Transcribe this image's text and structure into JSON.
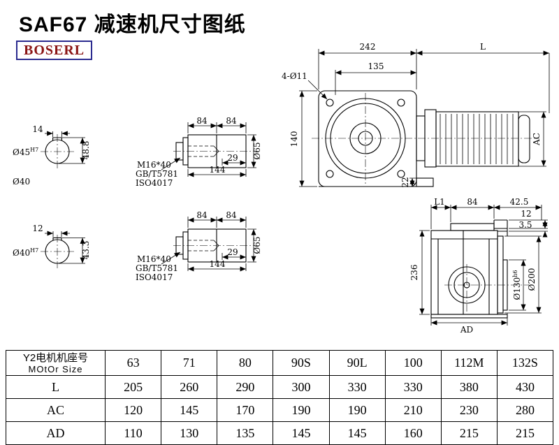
{
  "page": {
    "title": "SAF67 减速机尺寸图纸",
    "brand": "BOSERL"
  },
  "drawing": {
    "front": {
      "dim_242": "242",
      "dim_L": "L",
      "dim_135": "135",
      "label_holes": "4-Ø11",
      "dim_140": "140",
      "dim_22": "22",
      "dim_AC": "AC"
    },
    "shaft_end_top": {
      "dim_14": "14",
      "bore": "Ø45",
      "bore_tol": "H7",
      "dim_height": "48.8",
      "label_dia": "Ø40"
    },
    "shaft_end_bottom": {
      "dim_12": "12",
      "bore": "Ø40",
      "bore_tol": "H7",
      "dim_height": "43.3"
    },
    "shaft_detail": {
      "dim_84a": "84",
      "dim_84b": "84",
      "dim_29": "29",
      "dim_144": "144",
      "dia": "Ø65",
      "bolt": "M16*40",
      "std_gb": "GB/T5781",
      "std_iso": "ISO4017"
    },
    "side": {
      "dim_L1": "L1",
      "dim_84": "84",
      "dim_42_5": "42.5",
      "dim_12": "12",
      "dim_3_5": "3.5",
      "dim_236": "236",
      "dia_130": "Ø130",
      "dia_130_tol": "h6",
      "dia_200": "Ø200",
      "dim_AD": "AD"
    }
  },
  "table": {
    "header": {
      "label_cn": "Y2电机机座号",
      "label_en": "MOtOr Size",
      "sizes": [
        "63",
        "71",
        "80",
        "90S",
        "90L",
        "100",
        "112M",
        "132S"
      ]
    },
    "rows": [
      {
        "label": "L",
        "values": [
          "205",
          "260",
          "290",
          "300",
          "330",
          "330",
          "380",
          "430"
        ]
      },
      {
        "label": "AC",
        "values": [
          "120",
          "145",
          "170",
          "190",
          "190",
          "210",
          "230",
          "280"
        ]
      },
      {
        "label": "AD",
        "values": [
          "110",
          "130",
          "135",
          "145",
          "145",
          "160",
          "215",
          "215"
        ]
      }
    ]
  }
}
